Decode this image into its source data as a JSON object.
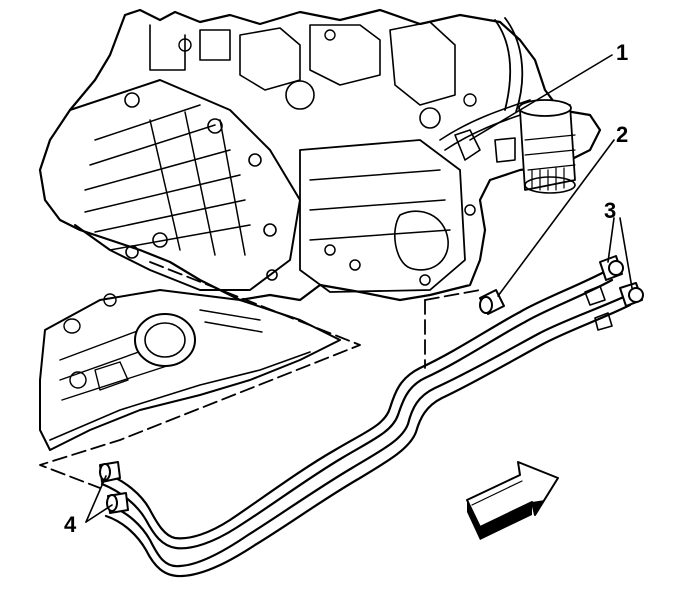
{
  "figure": {
    "callouts": [
      {
        "id": "callout-1",
        "label": "1"
      },
      {
        "id": "callout-2",
        "label": "2"
      },
      {
        "id": "callout-3",
        "label": "3"
      },
      {
        "id": "callout-4",
        "label": "4"
      }
    ],
    "colors": {
      "line": "#000000",
      "background": "#ffffff"
    }
  }
}
